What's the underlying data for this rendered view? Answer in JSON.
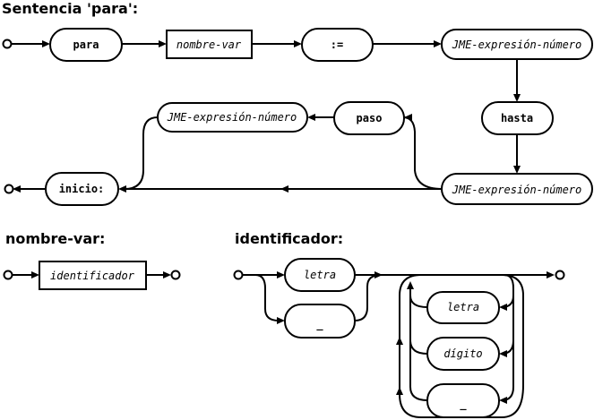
{
  "titles": {
    "sentencia_para": "Sentencia 'para':",
    "nombre_var": "nombre-var:",
    "identificador": "identificador:"
  },
  "para_diagram": {
    "para": "para",
    "nombre_var": "nombre-var",
    "assign": ":=",
    "expr_start": "JME-expresión-número",
    "hasta": "hasta",
    "expr_end": "JME-expresión-número",
    "paso": "paso",
    "expr_step": "JME-expresión-número",
    "inicio": "inicio:"
  },
  "nombre_var_diagram": {
    "identificador": "identificador"
  },
  "identificador_diagram": {
    "letra_first": "letra",
    "underscore_first": "_",
    "letra_loop": "letra",
    "digito_loop": "dígito",
    "underscore_loop": "_"
  }
}
